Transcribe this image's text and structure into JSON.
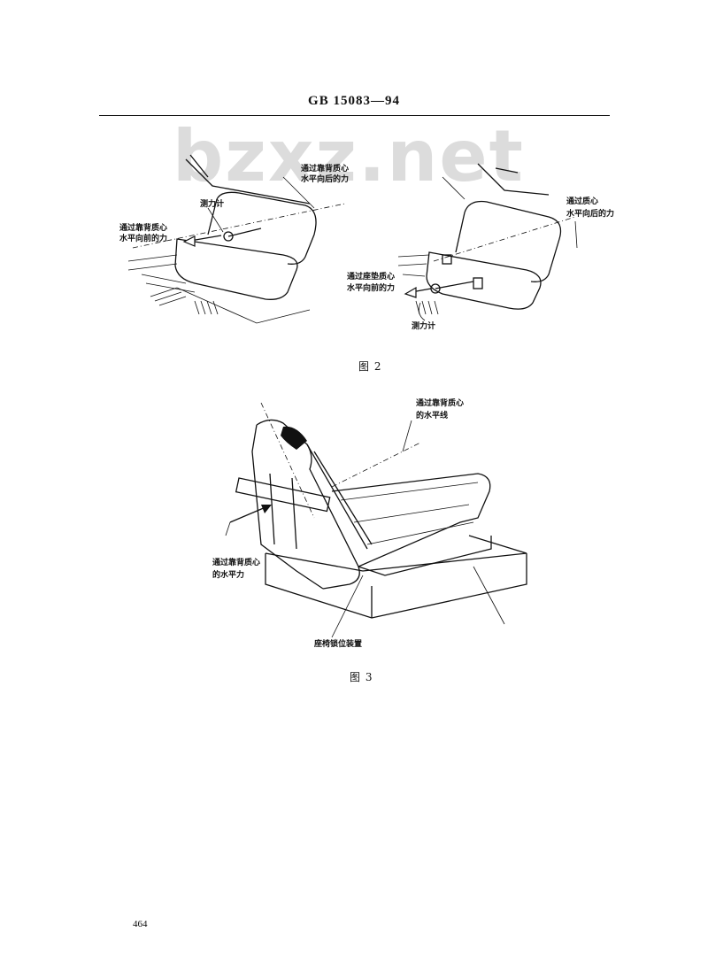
{
  "header": {
    "standard_code": "GB 15083—94"
  },
  "watermark": {
    "text": "bzxz.net"
  },
  "figure2": {
    "left": {
      "label_force_back": [
        "通过靠背质心",
        "水平向后的力"
      ],
      "label_gauge": "测力计",
      "label_force_front": [
        "通过靠背质心",
        "水平向前的力"
      ]
    },
    "right": {
      "label_force_back": [
        "通过质心",
        "水平向后的力"
      ],
      "label_force_front": [
        "通过座垫质心",
        "水平向前的力"
      ],
      "label_gauge": "测力计"
    },
    "caption": "图 2"
  },
  "figure3": {
    "label_horizontal_line": [
      "通过靠背质心",
      "的水平线"
    ],
    "label_horizontal_force": [
      "通过靠背质心",
      "的水平力"
    ],
    "label_device": "座椅锁位装置",
    "caption": "图 3"
  },
  "footer": {
    "page_number": "464"
  }
}
